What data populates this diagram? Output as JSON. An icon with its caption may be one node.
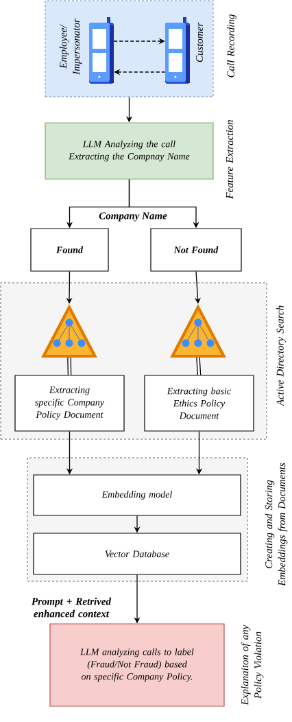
{
  "diagram": {
    "nodes": [
      {
        "text": [
          "Call Recording"
        ]
      },
      {
        "text": [],
        "shape": "phone",
        "in": 0,
        "beside": [
          "Employee/ Impersonator"
        ]
      },
      {
        "text": [],
        "shape": "phone",
        "in": 0,
        "beside": [
          "Customer"
        ]
      },
      {
        "text": [
          "LLM Analyzing the call Extracting the Compnay Name"
        ],
        "beside": [
          "Feature Extraction"
        ]
      },
      {
        "text": [
          "Found"
        ]
      },
      {
        "text": [
          "Not Found"
        ]
      },
      {
        "text": [
          "Active Directory Search"
        ]
      },
      {
        "text": [],
        "shape": "triangle",
        "in": 6
      },
      {
        "text": [
          "Extracting specific Company Policy Document"
        ],
        "in": 6
      },
      {
        "text": [],
        "shape": "triangle",
        "in": 6
      },
      {
        "text": [
          "Extracting basic Ethics Policy Document"
        ],
        "in": 6
      },
      {
        "text": [
          "Creating and Storing Embeddings from Documents"
        ]
      },
      {
        "text": [
          "Embedding model"
        ],
        "in": 11
      },
      {
        "text": [
          "Vector Database"
        ],
        "in": 11
      },
      {
        "text": [
          "LLM analyzing calls to label (Fraud/Not Fraud) based on specific Company Policy."
        ],
        "beside": [
          "Explanaiton of any Policy Violation"
        ]
      }
    ],
    "edges": [
      {
        "from": 1,
        "to": 2,
        "arrow": "to",
        "style": "dashed"
      },
      {
        "from": 2,
        "to": 1,
        "arrow": "to",
        "style": "dashed"
      },
      {
        "from": 0,
        "to": 3,
        "arrow": "to"
      },
      {
        "from": 3,
        "to": 4,
        "arrow": "to",
        "label": "Company Name"
      },
      {
        "from": 3,
        "to": 5,
        "arrow": "to"
      },
      {
        "from": 4,
        "to": 7,
        "arrow": "to"
      },
      {
        "from": 5,
        "to": 9,
        "arrow": "to"
      },
      {
        "from": 7,
        "to": 8,
        "arrow": "none",
        "style": "thick"
      },
      {
        "from": 9,
        "to": 10,
        "arrow": "none",
        "style": "thick"
      },
      {
        "from": 8,
        "to": 12,
        "arrow": "to"
      },
      {
        "from": 10,
        "to": 12,
        "arrow": "to"
      },
      {
        "from": 12,
        "to": 13,
        "arrow": "to"
      },
      {
        "from": 13,
        "to": 14,
        "arrow": "to",
        "label": "Prompt + Retrived enhanced context"
      }
    ]
  }
}
